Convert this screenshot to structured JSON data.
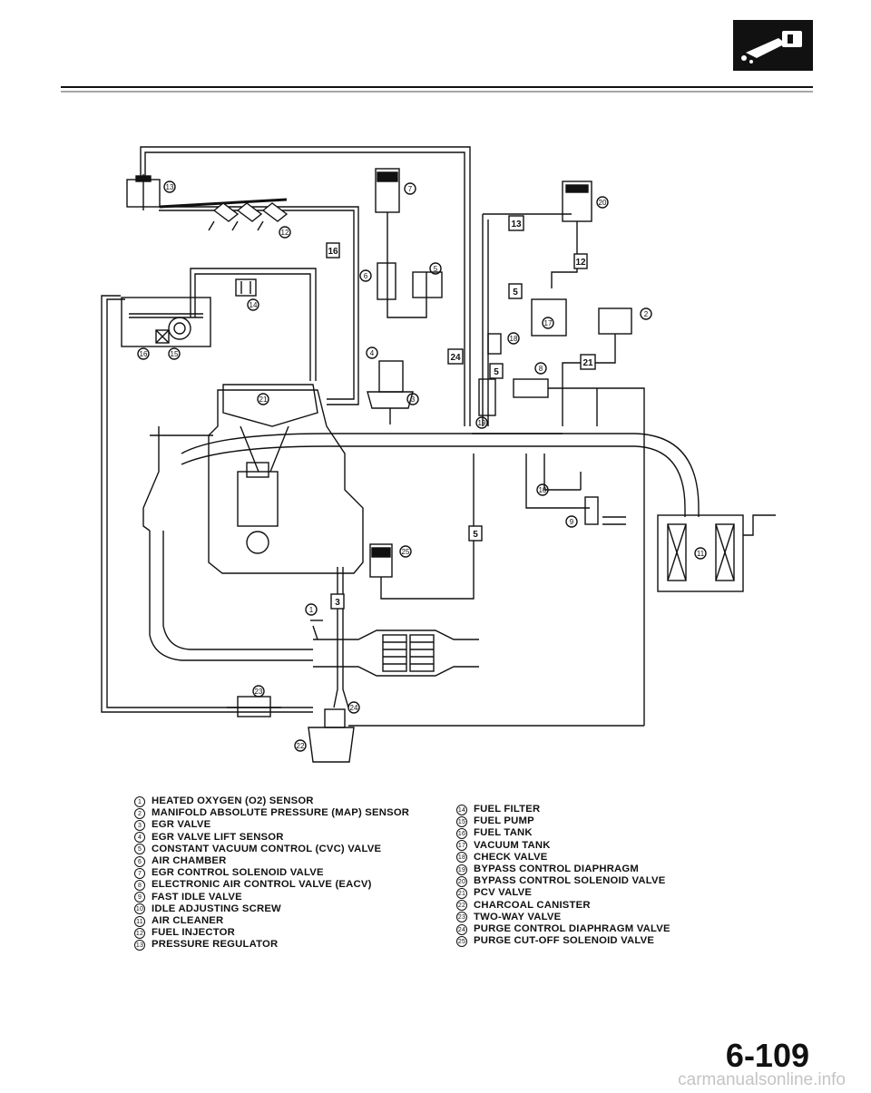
{
  "legend_left": [
    {
      "num": "1",
      "label": "HEATED OXYGEN (O2) SENSOR"
    },
    {
      "num": "2",
      "label": "MANIFOLD ABSOLUTE PRESSURE (MAP) SENSOR"
    },
    {
      "num": "3",
      "label": "EGR VALVE"
    },
    {
      "num": "4",
      "label": "EGR VALVE LIFT SENSOR"
    },
    {
      "num": "5",
      "label": "CONSTANT VACUUM CONTROL (CVC) VALVE"
    },
    {
      "num": "6",
      "label": "AIR CHAMBER"
    },
    {
      "num": "7",
      "label": "EGR CONTROL SOLENOID VALVE"
    },
    {
      "num": "8",
      "label": "ELECTRONIC AIR CONTROL VALVE (EACV)"
    },
    {
      "num": "9",
      "label": "FAST IDLE VALVE"
    },
    {
      "num": "10",
      "label": "IDLE ADJUSTING SCREW"
    },
    {
      "num": "11",
      "label": "AIR CLEANER"
    },
    {
      "num": "12",
      "label": "FUEL INJECTOR"
    },
    {
      "num": "13",
      "label": "PRESSURE REGULATOR"
    }
  ],
  "legend_right": [
    {
      "num": "14",
      "label": "FUEL FILTER"
    },
    {
      "num": "15",
      "label": "FUEL PUMP"
    },
    {
      "num": "16",
      "label": "FUEL TANK"
    },
    {
      "num": "17",
      "label": "VACUUM TANK"
    },
    {
      "num": "18",
      "label": "CHECK VALVE"
    },
    {
      "num": "19",
      "label": "BYPASS CONTROL DIAPHRAGM"
    },
    {
      "num": "20",
      "label": "BYPASS CONTROL SOLENOID VALVE"
    },
    {
      "num": "21",
      "label": "PCV VALVE"
    },
    {
      "num": "22",
      "label": "CHARCOAL CANISTER"
    },
    {
      "num": "23",
      "label": "TWO-WAY VALVE"
    },
    {
      "num": "24",
      "label": "PURGE CONTROL DIAPHRAGM VALVE"
    },
    {
      "num": "25",
      "label": "PURGE CUT-OFF SOLENOID VALVE"
    }
  ],
  "diagram_callouts": [
    {
      "id": "c13",
      "num": "13"
    },
    {
      "id": "c12",
      "num": "12"
    },
    {
      "id": "c7",
      "num": "7"
    },
    {
      "id": "c20",
      "num": "20"
    },
    {
      "id": "c6",
      "num": "6"
    },
    {
      "id": "c5",
      "num": "5"
    },
    {
      "id": "c14",
      "num": "14"
    },
    {
      "id": "c2",
      "num": "2"
    },
    {
      "id": "c17",
      "num": "17"
    },
    {
      "id": "c18",
      "num": "18"
    },
    {
      "id": "c16",
      "num": "16"
    },
    {
      "id": "c15",
      "num": "15"
    },
    {
      "id": "c4",
      "num": "4"
    },
    {
      "id": "c8",
      "num": "8"
    },
    {
      "id": "c21",
      "num": "21"
    },
    {
      "id": "c3",
      "num": "3"
    },
    {
      "id": "c19",
      "num": "19"
    },
    {
      "id": "c10",
      "num": "10"
    },
    {
      "id": "c9",
      "num": "9"
    },
    {
      "id": "c11",
      "num": "11"
    },
    {
      "id": "c25",
      "num": "25"
    },
    {
      "id": "c1",
      "num": "1"
    },
    {
      "id": "c23",
      "num": "23"
    },
    {
      "id": "c24",
      "num": "24"
    },
    {
      "id": "c22",
      "num": "22"
    }
  ],
  "hose_numbers": [
    {
      "id": "h16",
      "text": "16"
    },
    {
      "id": "h13",
      "text": "13"
    },
    {
      "id": "h12",
      "text": "12"
    },
    {
      "id": "h5a",
      "text": "5"
    },
    {
      "id": "h24",
      "text": "24"
    },
    {
      "id": "h5b",
      "text": "5"
    },
    {
      "id": "h21",
      "text": "21"
    },
    {
      "id": "h5c",
      "text": "5"
    },
    {
      "id": "h3",
      "text": "3"
    }
  ],
  "page_number": "6-109",
  "footer_watermark": "carmanualsonline.info",
  "icons": {
    "header": "fuel-nozzle-icon"
  },
  "colors": {
    "ink": "#111111",
    "paper": "#ffffff",
    "watermark": "#c4c4c4"
  }
}
